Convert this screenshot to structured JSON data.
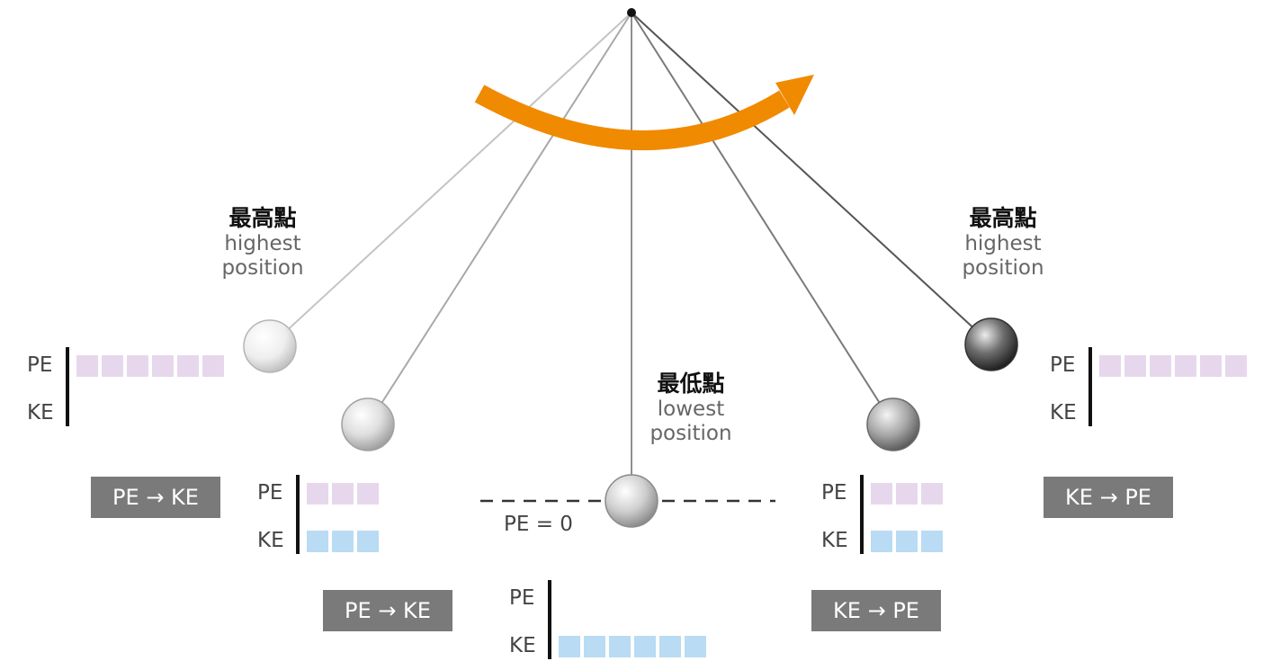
{
  "labels": {
    "highest_left": {
      "zh": "最高點",
      "en1": "highest",
      "en2": "position"
    },
    "lowest": {
      "zh": "最低點",
      "en1": "lowest",
      "en2": "position"
    },
    "highest_right": {
      "zh": "最高點",
      "en1": "highest",
      "en2": "position"
    }
  },
  "pe_zero": "PE = 0",
  "axis": {
    "pe": "PE",
    "ke": "KE"
  },
  "bars": [
    {
      "pe": 6,
      "ke": 0
    },
    {
      "pe": 3,
      "ke": 3
    },
    {
      "pe": 0,
      "ke": 6
    },
    {
      "pe": 3,
      "ke": 3
    },
    {
      "pe": 6,
      "ke": 0
    }
  ],
  "conversions": [
    "PE → KE",
    "PE → KE",
    "KE → PE",
    "KE → PE"
  ],
  "colors": {
    "arrow": "#f08a00",
    "pe_square": "#e7d7ec",
    "ke_square": "#b9dbf4",
    "badge": "#7a7a7a"
  },
  "icons": {
    "arrow": "curved-arrow-icon",
    "pivot": "pivot-dot-icon",
    "bob": "pendulum-bob-icon"
  }
}
